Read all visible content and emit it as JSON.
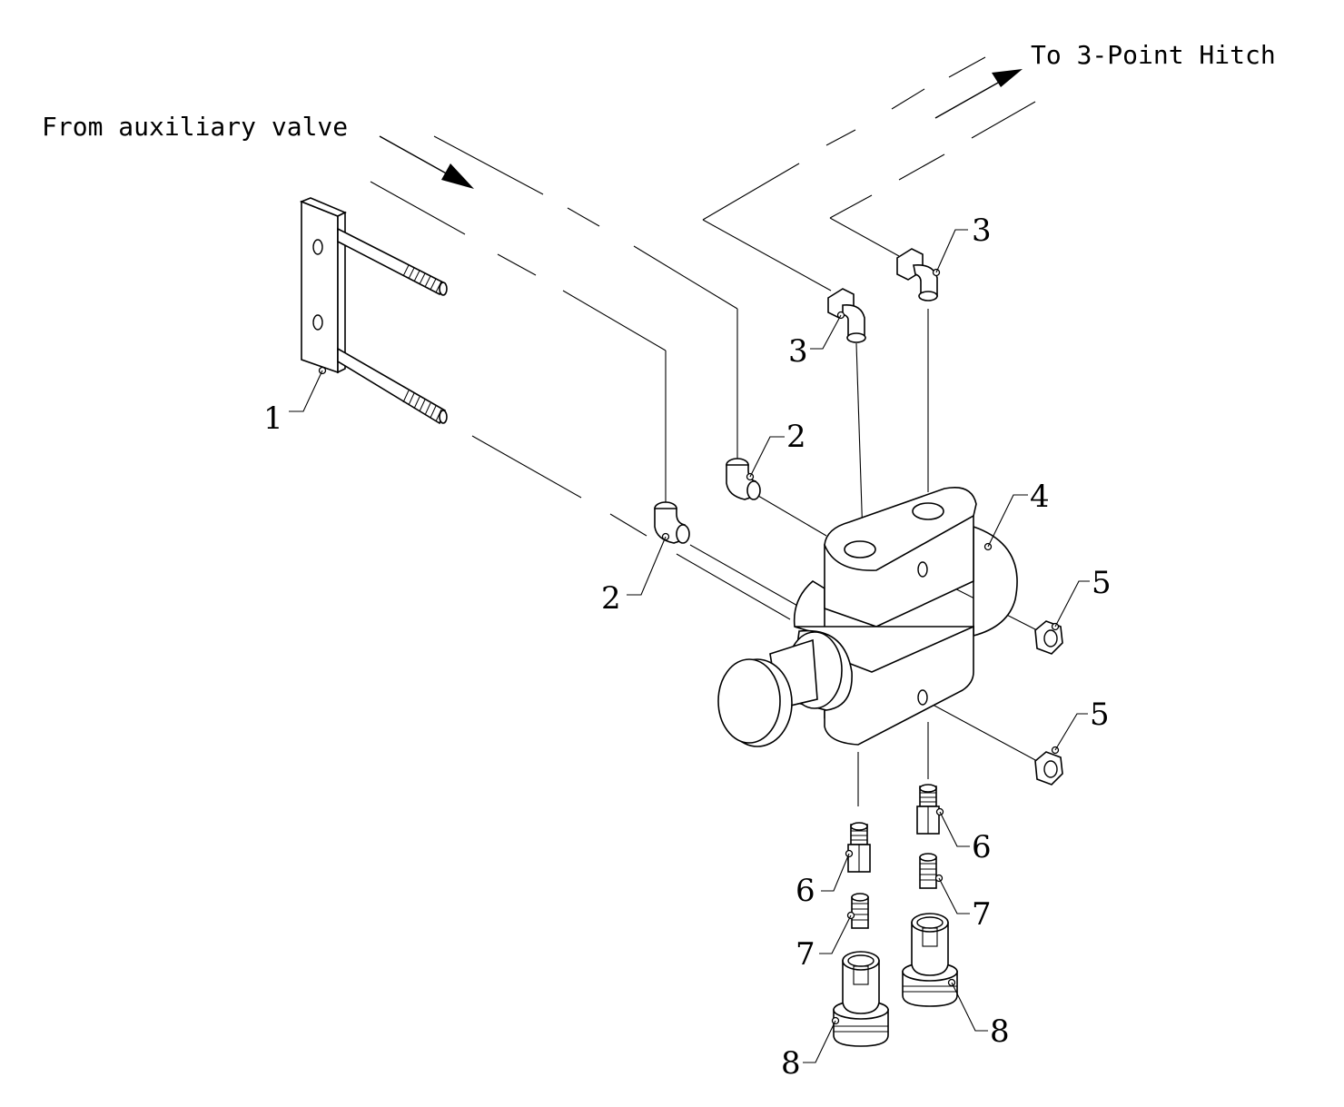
{
  "annotations": {
    "inlet_label": "From auxiliary valve",
    "outlet_label": "To 3-Point Hitch"
  },
  "callouts": {
    "c1": "1",
    "c2a": "2",
    "c2b": "2",
    "c3a": "3",
    "c3b": "3",
    "c4": "4",
    "c5a": "5",
    "c5b": "5",
    "c6a": "6",
    "c6b": "6",
    "c7a": "7",
    "c7b": "7",
    "c8a": "8",
    "c8b": "8"
  },
  "colors": {
    "ink": "#000000",
    "paper": "#ffffff"
  }
}
